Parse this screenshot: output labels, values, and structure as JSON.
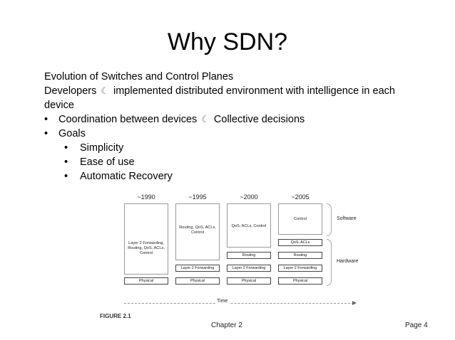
{
  "slide": {
    "title": "Why SDN?",
    "line1": "Evolution of Switches and Control Planes",
    "line2_a": "Developers",
    "line2_b": "implemented distributed environment with intelligence in each",
    "line3": "device",
    "bullet1_a": "Coordination between devices",
    "bullet1_b": "Collective decisions",
    "bullet2": "Goals",
    "subbullets": [
      "Simplicity",
      "Ease of use",
      "Automatic Recovery"
    ],
    "arrow_glyph": "☾"
  },
  "figure": {
    "years": [
      "~1990",
      "~1995",
      "~2000",
      "~2005"
    ],
    "col1_box": "Layer 2 Forwarding, Routing, QoS, ACLs, Control",
    "col2_box": "Routing, QoS, ACLs, Control",
    "col3_box": "QoS, ACLs, Control",
    "col4_box": "Control",
    "col4_qos": "QoS, ACLs",
    "routing": "Routing",
    "l2fwd": "Layer 2 Forwarding",
    "physical": "Physical",
    "software_label": "Software",
    "hardware_label": "Hardware",
    "time_label": "Time",
    "figure_label": "FIGURE 2.1"
  },
  "footer": {
    "chapter": "Chapter 2",
    "page": "Page 4"
  }
}
